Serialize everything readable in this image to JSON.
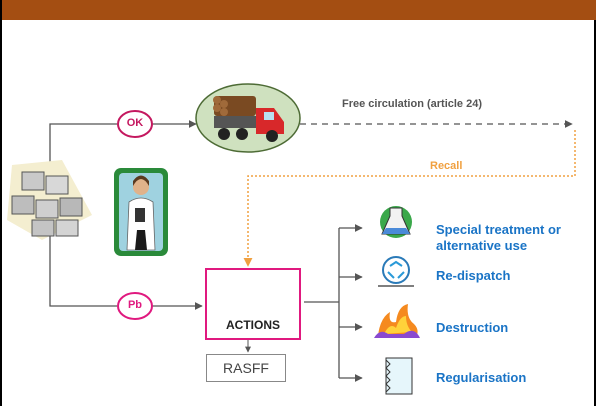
{
  "header": {
    "bar_color": "#a44e12"
  },
  "badges": {
    "ok": "OK",
    "pb": "Pb"
  },
  "flows": {
    "free_circulation": "Free circulation (article 24)",
    "recall": "Recall"
  },
  "actions": {
    "label": "ACTIONS",
    "rasff": "RASFF"
  },
  "outcomes": {
    "special_line1": "Special treatment or",
    "special_line2": "alternative use",
    "redispatch": "Re-dispatch",
    "destruction": "Destruction",
    "regularisation": "Regularisation"
  },
  "icons": {
    "goods": "stacked-boxes-icon",
    "inspector": "inspector-icon",
    "truck": "log-truck-icon",
    "cross": "red-cross-icon",
    "flask": "flask-icon",
    "recycle": "recycle-icon",
    "fire": "fire-icon",
    "document": "document-icon"
  },
  "colors": {
    "magenta": "#e0197f",
    "recall": "#f0a040",
    "outcome_text": "#1a74c6",
    "cross": "#e0197f"
  }
}
